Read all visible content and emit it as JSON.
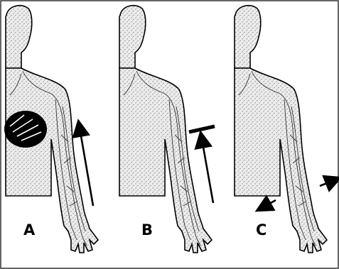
{
  "colors": {
    "ink": "#000000",
    "stipple": "#d9d9d9",
    "background": "#ffffff",
    "lymph": "#333333"
  },
  "figure": {
    "panels": [
      {
        "label": "A",
        "arrow": "upward-arrow",
        "marker": "lymph-node-mass"
      },
      {
        "label": "B",
        "arrow": "blocked-upward-arrow",
        "marker": "blocking-bar"
      },
      {
        "label": "C",
        "arrow": "outward-diverging-arrows",
        "marker": "none"
      }
    ]
  }
}
